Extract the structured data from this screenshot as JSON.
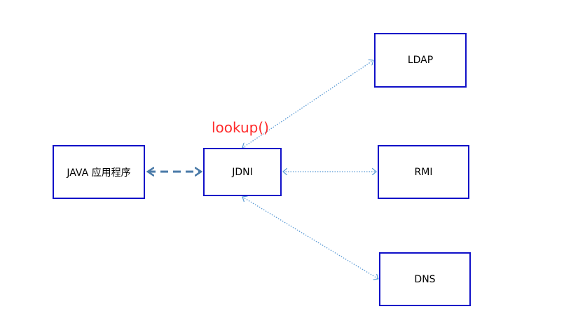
{
  "diagram": {
    "nodes": {
      "java": "JAVA 应用程序",
      "jndi": "JDNI",
      "ldap": "LDAP",
      "rmi": "RMI",
      "dns": "DNS"
    },
    "call_label": "lookup()",
    "colors": {
      "box_border": "#1010c8",
      "dashed_arrow": "#4a7aa8",
      "dotted_arrow": "#5b9bd5",
      "label": "#ff2a2a"
    }
  }
}
